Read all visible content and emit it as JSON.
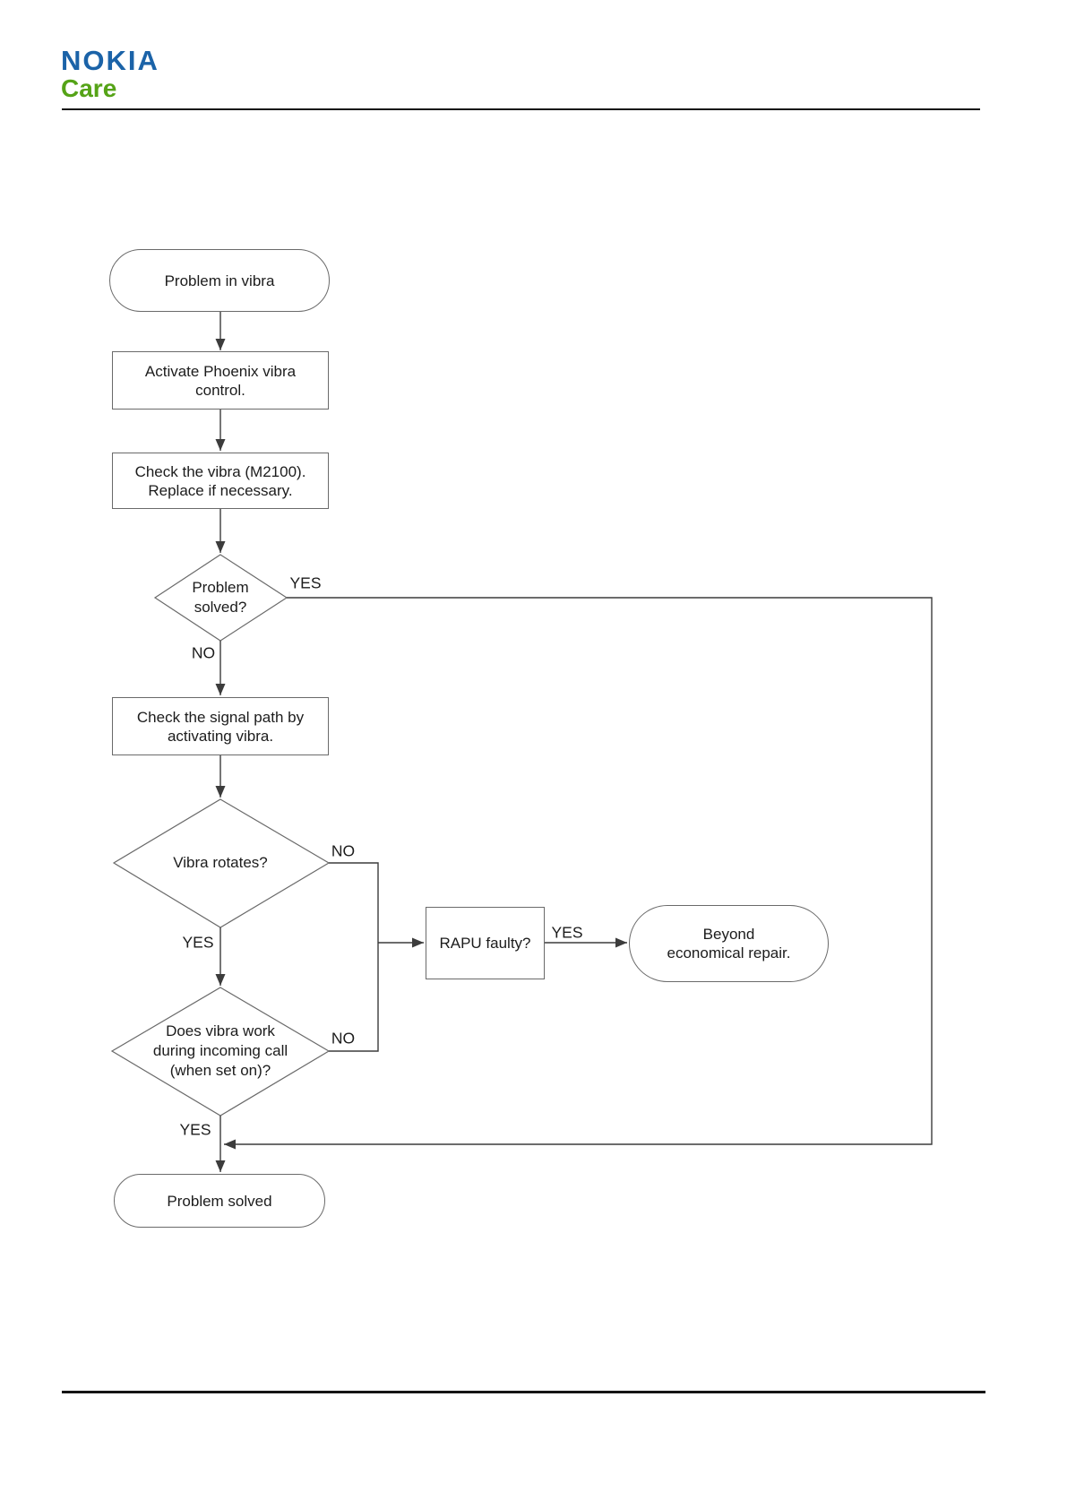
{
  "header": {
    "logo_line1": "NOKIA",
    "logo_line2": "Care",
    "logo_line1_color": "#1b63a8",
    "logo_line2_color": "#55a317"
  },
  "flowchart": {
    "line_color": "#3c3c3c",
    "border_color": "#6a6a6a",
    "nodes": {
      "start": {
        "lines": [
          "Problem in vibra"
        ]
      },
      "activate_phoenix": {
        "lines": [
          "Activate Phoenix vibra",
          "control."
        ]
      },
      "check_vibra": {
        "lines": [
          "Check the vibra (M2100).",
          "Replace if necessary."
        ]
      },
      "problem_solved_q": {
        "lines": [
          "Problem",
          "solved?"
        ]
      },
      "check_signal_path": {
        "lines": [
          "Check the signal path by",
          "activating vibra."
        ]
      },
      "vibra_rotates_q": {
        "lines": [
          "Vibra rotates?"
        ]
      },
      "incoming_call_q": {
        "lines": [
          "Does vibra work",
          "during incoming call",
          "(when set on)?"
        ]
      },
      "rapu_faulty_q": {
        "lines": [
          "RAPU faulty?"
        ]
      },
      "beyond_repair": {
        "lines": [
          "Beyond",
          "economical repair."
        ]
      },
      "problem_solved_end": {
        "lines": [
          "Problem solved"
        ]
      }
    },
    "edge_labels": {
      "problem_solved_yes": "YES",
      "problem_solved_no": "NO",
      "vibra_rotates_no": "NO",
      "vibra_rotates_yes": "YES",
      "incoming_call_no": "NO",
      "incoming_call_yes": "YES",
      "rapu_faulty_yes": "YES"
    }
  }
}
